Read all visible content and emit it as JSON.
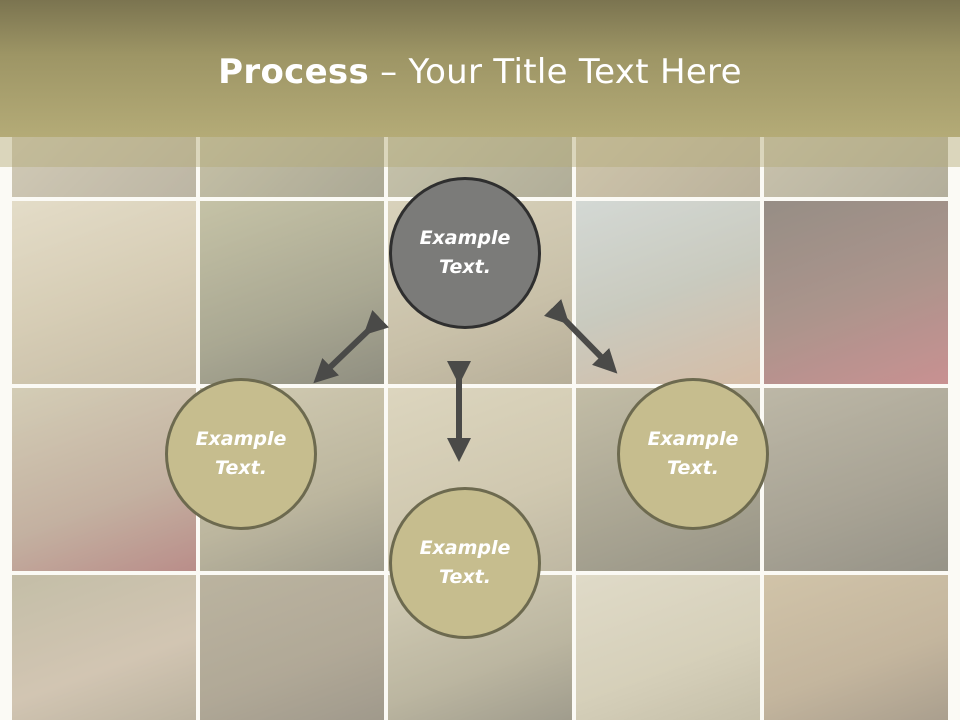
{
  "title": {
    "bold": "Process",
    "rest": " – Your Title Text Here"
  },
  "nodes": {
    "top": {
      "line1": "Example",
      "line2": "Text."
    },
    "left": {
      "line1": "Example",
      "line2": "Text."
    },
    "right": {
      "line1": "Example",
      "line2": "Text."
    },
    "bottom": {
      "line1": "Example",
      "line2": "Text."
    }
  },
  "colors": {
    "header": "#9d9565",
    "node_dark": "#7b7b79",
    "node_olive": "#c6bd8e",
    "arrow": "#4a4a48"
  }
}
